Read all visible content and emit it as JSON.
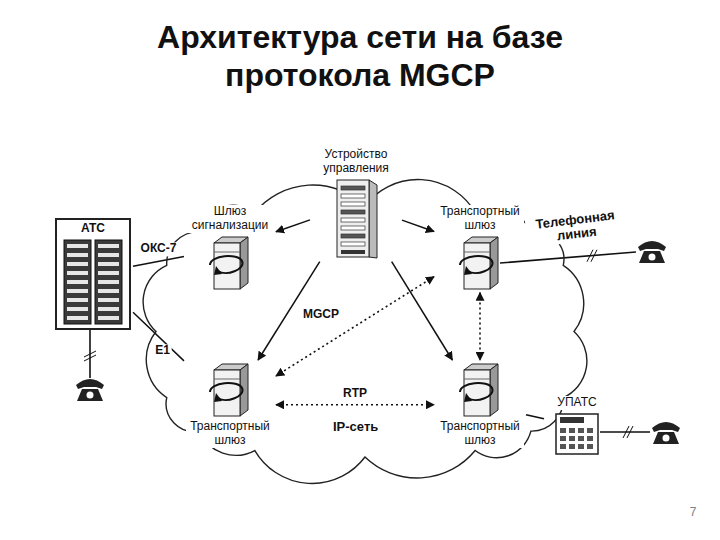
{
  "diagram": {
    "title": "Архитектура сети на базе протокола MGCP",
    "nodes": [
      {
        "text": [
          "IP-сеть"
        ]
      },
      {
        "text": [
          "Устройство управления"
        ],
        "in": 0
      },
      {
        "text": [
          "Шлюз сигнализации"
        ],
        "in": 0
      },
      {
        "text": [
          "Транспортный шлюз"
        ],
        "in": 0
      },
      {
        "text": [
          "АТС"
        ]
      },
      {
        "text": [
          "Транспортный шлюз"
        ],
        "in": 0
      },
      {
        "text": [
          "Транспортный шлюз"
        ],
        "in": 0
      },
      {
        "text": [
          "УПАТС"
        ]
      }
    ],
    "edges": [
      {
        "from": 1,
        "to": 2,
        "arrow": "to"
      },
      {
        "from": 1,
        "to": 3,
        "arrow": "to"
      },
      {
        "from": 1,
        "to": 5,
        "arrow": "to",
        "label": "MGCP"
      },
      {
        "from": 1,
        "to": 6,
        "arrow": "to"
      },
      {
        "from": 3,
        "to": 5,
        "arrow": "both"
      },
      {
        "from": 3,
        "to": 6,
        "arrow": "both"
      },
      {
        "from": 5,
        "to": 6,
        "arrow": "both",
        "label": "RTP"
      },
      {
        "from": 4,
        "to": 2,
        "arrow": "none",
        "label": "ОКС-7"
      },
      {
        "from": 4,
        "to": 5,
        "arrow": "none",
        "label": "E1"
      },
      {
        "from": 6,
        "to": 7,
        "arrow": "none"
      }
    ],
    "labels": [
      "Телефонная линия",
      "7"
    ]
  }
}
